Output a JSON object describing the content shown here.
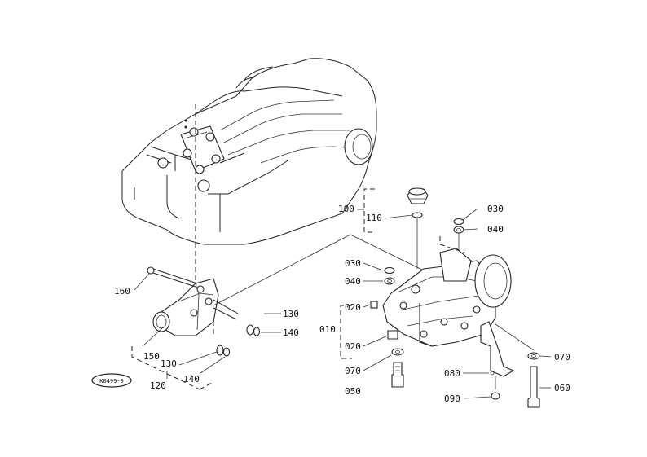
{
  "diagram": {
    "callouts": {
      "c160": "160",
      "c150": "150",
      "c130a": "130",
      "c130b": "130",
      "c140a": "140",
      "c140b": "140",
      "c120": "120",
      "c100": "100",
      "c110": "110",
      "c030a": "030",
      "c040a": "040",
      "c030b": "030",
      "c040b": "040",
      "c010": "010",
      "c020a": "020",
      "c020b": "020",
      "c070a": "070",
      "c070b": "070",
      "c050": "050",
      "c080": "080",
      "c090": "090",
      "c060": "060"
    },
    "stamp": "K0499-0"
  }
}
